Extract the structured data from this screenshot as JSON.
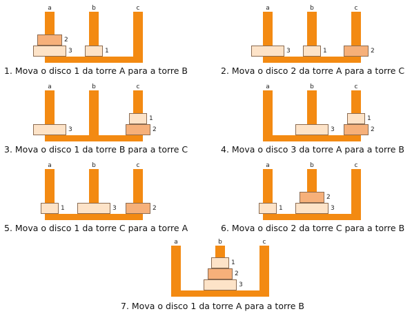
{
  "colors": {
    "peg": "#f38a12",
    "disk1": "#fde3c8",
    "disk2": "#f6b07a",
    "disk3": "#fde3c8"
  },
  "tower_labels": [
    "a",
    "b",
    "c"
  ],
  "steps": [
    {
      "caption": "1. Mova o disco 1 da torre A para a torre B",
      "towers": [
        [
          3,
          2
        ],
        [
          1
        ],
        []
      ]
    },
    {
      "caption": "2. Mova o disco 2 da torre A para a torre C",
      "towers": [
        [
          3
        ],
        [
          1
        ],
        [
          2
        ]
      ]
    },
    {
      "caption": "3. Mova o disco 1 da torre B para a torre C",
      "towers": [
        [
          3
        ],
        [],
        [
          2,
          1
        ]
      ]
    },
    {
      "caption": "4. Mova o disco 3 da torre A para a torre B",
      "towers": [
        [],
        [
          3
        ],
        [
          2,
          1
        ]
      ]
    },
    {
      "caption": "5. Mova o disco 1 da torre C para a torre A",
      "towers": [
        [
          1
        ],
        [
          3
        ],
        [
          2
        ]
      ]
    },
    {
      "caption": "6. Mova o disco 2 da torre C para a torre B",
      "towers": [
        [
          1
        ],
        [
          3,
          2
        ],
        []
      ]
    },
    {
      "caption": "7. Mova o disco 1 da torre A para a torre B",
      "towers": [
        [],
        [
          3,
          2,
          1
        ],
        []
      ]
    }
  ]
}
